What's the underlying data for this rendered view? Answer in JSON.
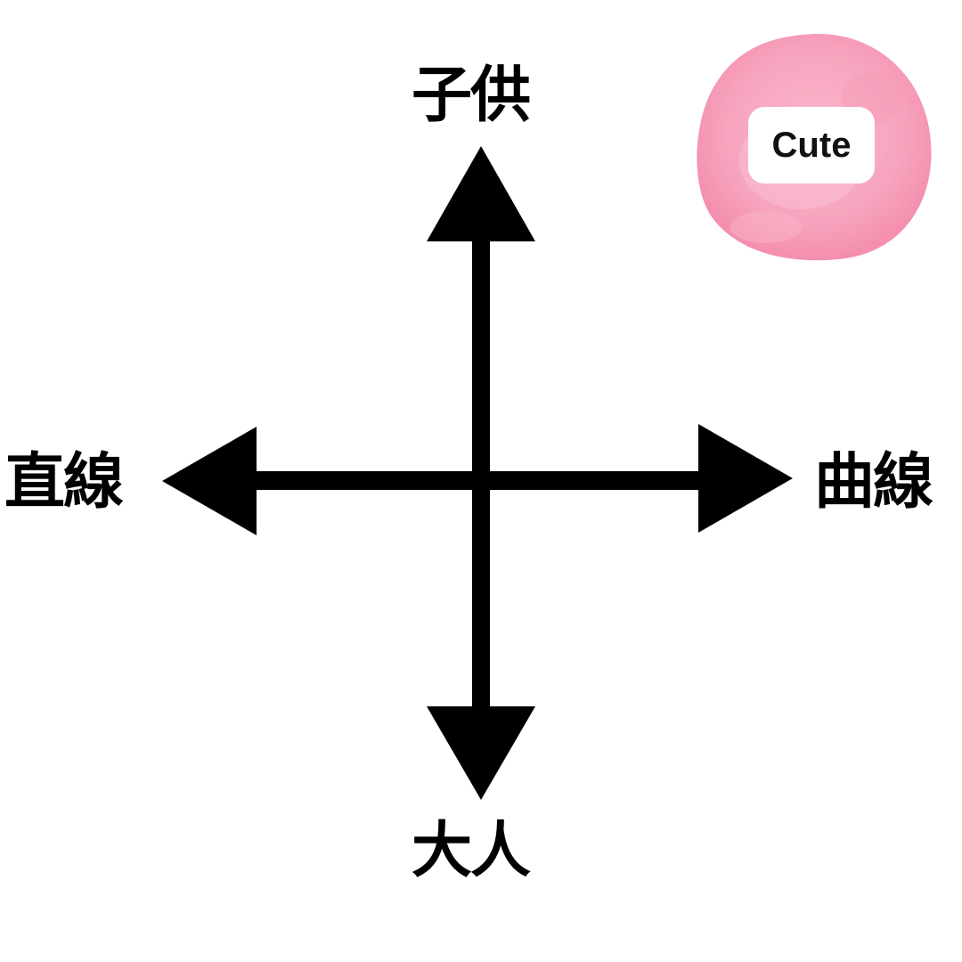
{
  "diagram": {
    "type": "quadrant-axes",
    "axes": {
      "vertical": {
        "top": "子供",
        "bottom": "大人"
      },
      "horizontal": {
        "left": "直線",
        "right": "曲線"
      }
    },
    "tag": {
      "label": "Cute",
      "color": "#f7a3bd"
    }
  },
  "colors": {
    "axis": "#000000",
    "background": "#ffffff",
    "blob": "#f7a3bd",
    "blob_light": "#fbc6d5",
    "tag_bg": "#ffffff"
  }
}
